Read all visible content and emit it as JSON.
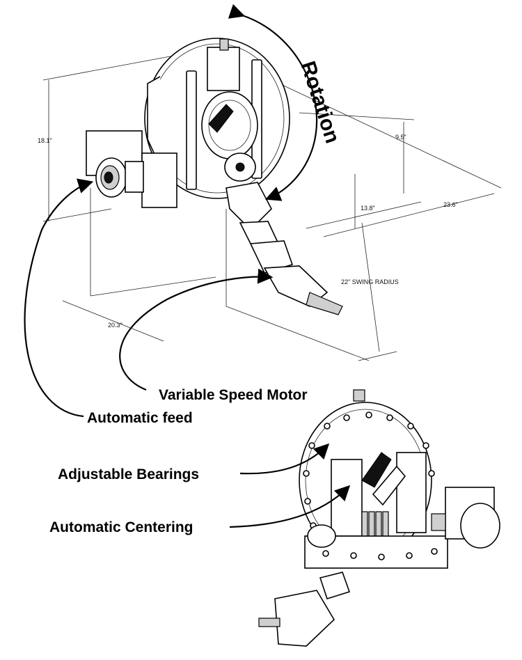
{
  "labels": {
    "rotation": "Rotation",
    "variable_speed_motor": "Variable Speed Motor",
    "automatic_feed": "Automatic feed",
    "adjustable_bearings": "Adjustable Bearings",
    "automatic_centering": "Automatic Centering"
  },
  "dimensions": {
    "height": "18.1\"",
    "offset": "9.5\"",
    "depth": "13.8\"",
    "width": "23.6\"",
    "base": "20.3\"",
    "swing": "22\" SWING RADIUS"
  }
}
